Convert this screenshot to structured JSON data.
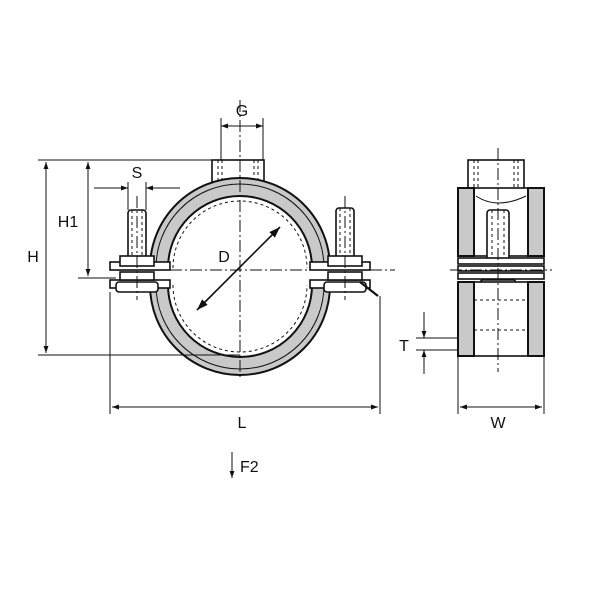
{
  "labels": {
    "G": "G",
    "S": "S",
    "H1": "H1",
    "H": "H",
    "D": "D",
    "L": "L",
    "F2": "F2",
    "T": "T",
    "W": "W"
  },
  "colors": {
    "lining": "#c9c9c9",
    "line": "#111111"
  }
}
